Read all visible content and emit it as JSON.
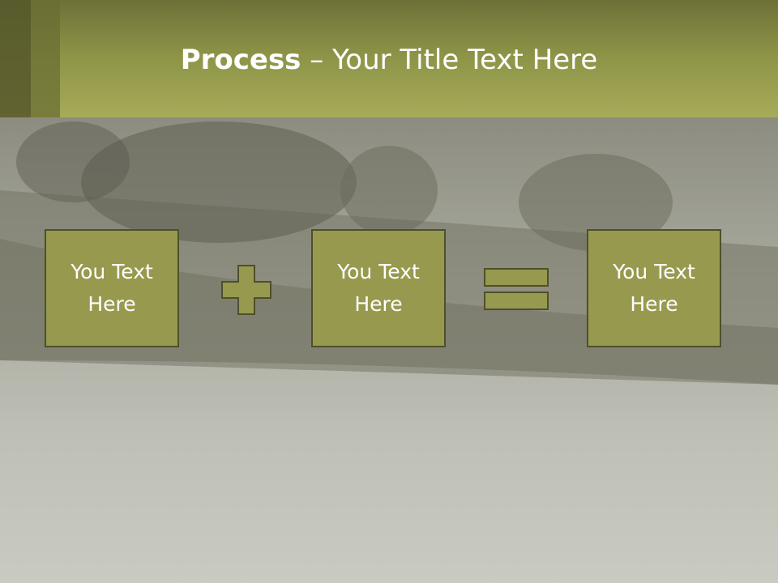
{
  "title": {
    "bold": "Process",
    "rest": " – Your Title Text Here"
  },
  "boxes": [
    {
      "line1": "You Text",
      "line2": "Here"
    },
    {
      "line1": "You Text",
      "line2": "Here"
    },
    {
      "line1": "You Text",
      "line2": "Here"
    }
  ],
  "operators": {
    "plus": "plus-icon",
    "equals": "equals-icon"
  },
  "colors": {
    "header": "#a6ab58",
    "box_fill": "#979a4e",
    "box_border": "#4e5029",
    "background": "#c8c9c0"
  }
}
